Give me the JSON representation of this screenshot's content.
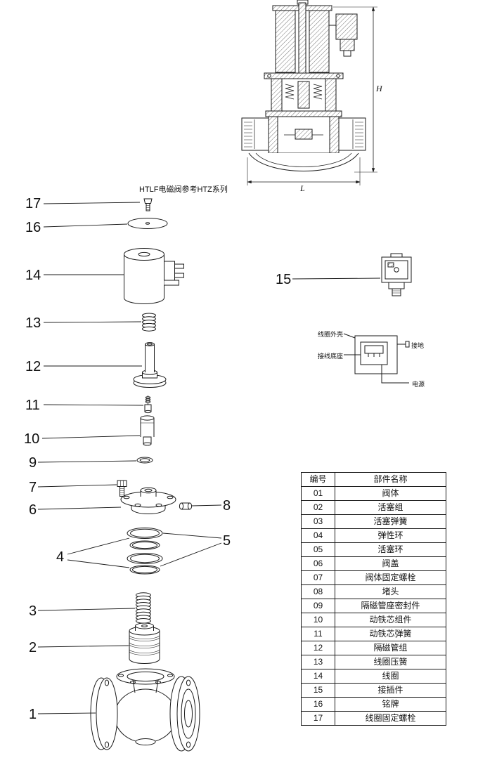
{
  "note": "HTLF电磁阀参考HTZ系列",
  "dimensions": {
    "height_label": "H",
    "length_label": "L"
  },
  "callouts": {
    "c1": "1",
    "c2": "2",
    "c3": "3",
    "c4": "4",
    "c5": "5",
    "c6": "6",
    "c7": "7",
    "c8": "8",
    "c9": "9",
    "c10": "10",
    "c11": "11",
    "c12": "12",
    "c13": "13",
    "c14": "14",
    "c15": "15",
    "c16": "16",
    "c17": "17"
  },
  "wiring_diagram": {
    "coil_shell_label": "线圈外壳",
    "terminal_base_label": "接线底座",
    "ground_label": "接地",
    "power_label": "电源"
  },
  "parts_table": {
    "headers": [
      "编号",
      "部件名称"
    ],
    "rows": [
      [
        "01",
        "阀体"
      ],
      [
        "02",
        "活塞组"
      ],
      [
        "03",
        "活塞弹簧"
      ],
      [
        "04",
        "弹性环"
      ],
      [
        "05",
        "活塞环"
      ],
      [
        "06",
        "阀盖"
      ],
      [
        "07",
        "阀体固定螺栓"
      ],
      [
        "08",
        "堵头"
      ],
      [
        "09",
        "隔磁管座密封件"
      ],
      [
        "10",
        "动铁芯组件"
      ],
      [
        "11",
        "动铁芯弹簧"
      ],
      [
        "12",
        "隔磁管组"
      ],
      [
        "13",
        "线圈压簧"
      ],
      [
        "14",
        "线圈"
      ],
      [
        "15",
        "接插件"
      ],
      [
        "16",
        "铭牌"
      ],
      [
        "17",
        "线圈固定螺栓"
      ]
    ]
  }
}
